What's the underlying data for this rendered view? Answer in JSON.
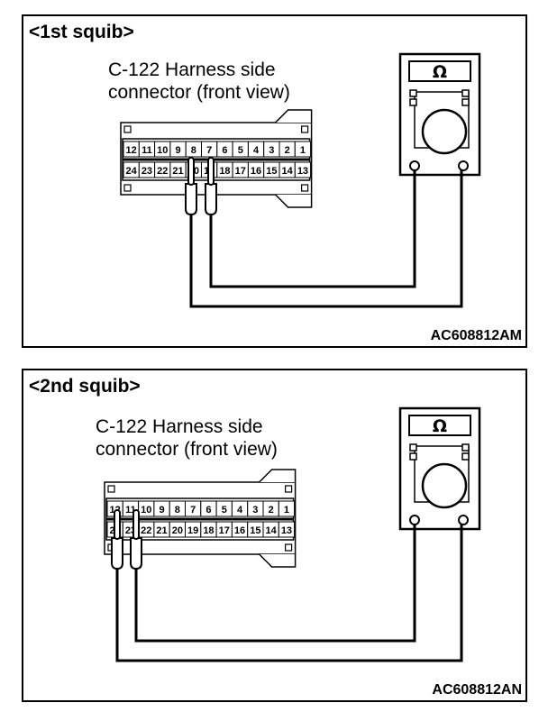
{
  "panels": [
    {
      "header": "<1st squib>",
      "connector_title_line1": "C-122 Harness side",
      "connector_title_line2": "connector (front view)",
      "image_code": "AC608812AM",
      "probed_pins": [
        "7",
        "8"
      ]
    },
    {
      "header": "<2nd squib>",
      "connector_title_line1": "C-122 Harness side",
      "connector_title_line2": "connector (front view)",
      "image_code": "AC608812AN",
      "probed_pins": [
        "11",
        "12"
      ]
    }
  ],
  "connector": {
    "top_row": [
      "12",
      "11",
      "10",
      "9",
      "8",
      "7",
      "6",
      "5",
      "4",
      "3",
      "2",
      "1"
    ],
    "bottom_row": [
      "24",
      "23",
      "22",
      "21",
      "20",
      "19",
      "18",
      "17",
      "16",
      "15",
      "14",
      "13"
    ]
  },
  "meter": {
    "symbol": "Ω"
  }
}
